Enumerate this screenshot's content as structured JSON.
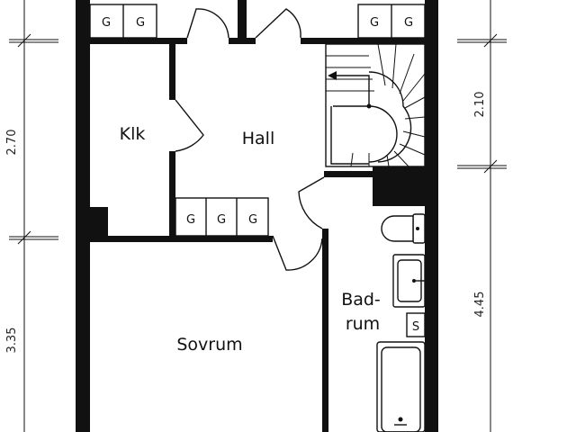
{
  "rooms": {
    "klk": "Klk",
    "hall": "Hall",
    "sovrum": "Sovrum",
    "badrum_line1": "Bad-",
    "badrum_line2": "rum"
  },
  "storage_mark": "G",
  "shower_mark": "S",
  "dimensions": {
    "left_upper": "2.70",
    "left_lower": "3.35",
    "right_upper": "2.10",
    "right_lower": "4.45"
  }
}
